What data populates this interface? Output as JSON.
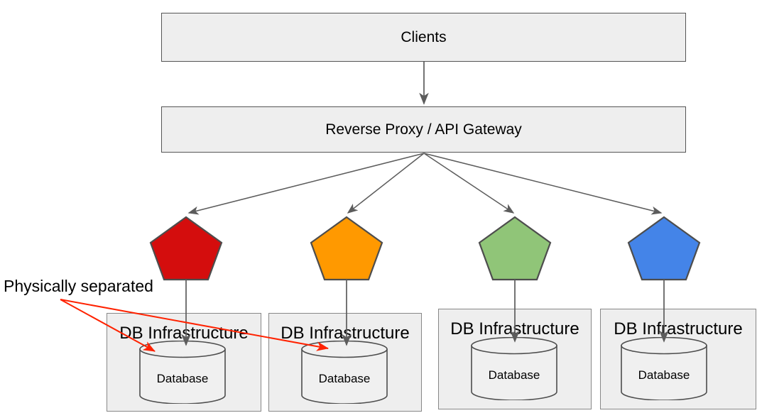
{
  "diagram": {
    "title_box": {
      "label": "Clients"
    },
    "gateway_box": {
      "label": "Reverse Proxy / API Gateway"
    },
    "annotation": {
      "label": "Physically separated",
      "color": "#ff0000"
    },
    "services": [
      {
        "name": "service-red",
        "color": "#d40d0d"
      },
      {
        "name": "service-orange",
        "color": "#ff9900"
      },
      {
        "name": "service-green",
        "color": "#90c578"
      },
      {
        "name": "service-blue",
        "color": "#4484e8"
      }
    ],
    "tiers": [
      {
        "label": "DB Infrastructure",
        "database_label": "Database"
      },
      {
        "label": "DB Infrastructure",
        "database_label": "Database"
      },
      {
        "label": "DB Infrastructure",
        "database_label": "Database"
      },
      {
        "label": "DB Infrastructure",
        "database_label": "Database"
      }
    ],
    "colors": {
      "box_fill": "#eeeeee",
      "box_stroke": "#555555",
      "tier_stroke": "#888888",
      "connector": "#5c5c5c",
      "cylinder_fill": "#f0f0f0",
      "cylinder_stroke": "#4d4d4d",
      "canvas": "#ffffff"
    }
  }
}
